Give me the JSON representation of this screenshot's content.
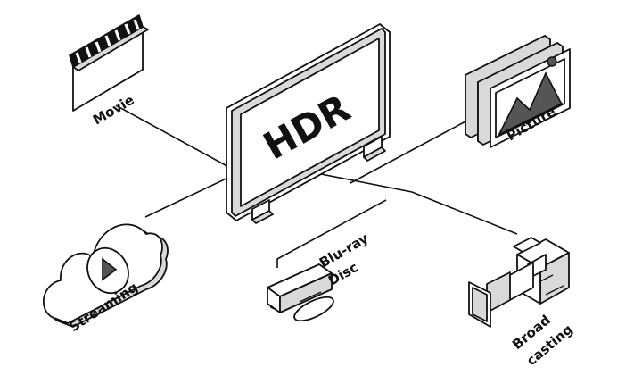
{
  "center": {
    "label": "HDR"
  },
  "sources": {
    "movie": {
      "label": "Movie"
    },
    "picture": {
      "label": "Picture"
    },
    "streaming": {
      "label": "Streaming"
    },
    "bluray": {
      "line1": "Blu-ray",
      "line2": "Disc"
    },
    "broadcasting": {
      "line1": "Broad",
      "line2": "casting"
    }
  },
  "colors": {
    "ink": "#111111",
    "fill_gray": "#d9d9d9",
    "fill_dark": "#555555",
    "background": "#ffffff"
  }
}
